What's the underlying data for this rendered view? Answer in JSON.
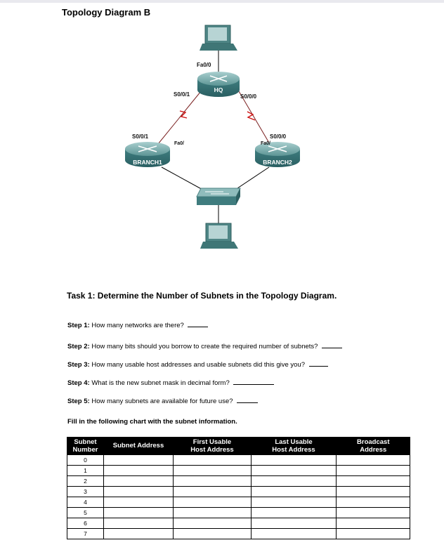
{
  "title": "Topology Diagram B",
  "diagram": {
    "hq": {
      "name": "HQ",
      "fa": "Fa0/0",
      "s_left": "S0/0/1",
      "s_right": "S0/0/0"
    },
    "branch1": {
      "name": "BRANCH1",
      "serial": "S0/0/1",
      "fa": "Fa0/"
    },
    "branch2": {
      "name": "BRANCH2",
      "serial": "S0/0/0",
      "fa": "Fa0/"
    }
  },
  "task": {
    "heading": "Task 1: Determine the Number of Subnets in the Topology Diagram.",
    "steps": [
      {
        "label": "Step 1:",
        "text": "How many networks are there?"
      },
      {
        "label": "Step 2:",
        "text": "How many bits should you borrow to create the required number of subnets?"
      },
      {
        "label": "Step 3:",
        "text": "How many usable host addresses and usable subnets did this give you?"
      },
      {
        "label": "Step 4:",
        "text": "What is the new subnet mask in decimal form?"
      },
      {
        "label": "Step 5:",
        "text": "How many subnets are available for future use?"
      }
    ]
  },
  "chart_intro": "Fill in the following chart with the subnet information.",
  "table": {
    "headers": [
      [
        "Subnet",
        "Number"
      ],
      [
        "Subnet Address"
      ],
      [
        "First Usable",
        "Host Address"
      ],
      [
        "Last Usable",
        "Host Address"
      ],
      [
        "Broadcast",
        "Address"
      ]
    ],
    "rows": [
      "0",
      "1",
      "2",
      "3",
      "4",
      "5",
      "6",
      "7"
    ]
  }
}
